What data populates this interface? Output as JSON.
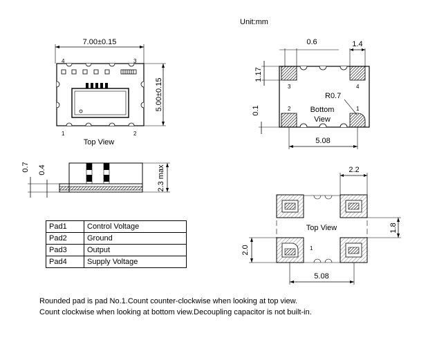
{
  "unit_label": "Unit:mm",
  "top_view": {
    "title": "Top View",
    "dim_length": "7.00±0.15",
    "dim_width": "5.00±0.15",
    "pad_numbers": [
      "1",
      "2",
      "3",
      "4"
    ]
  },
  "side_view": {
    "dim_a": "0.7",
    "dim_b": "0.4",
    "dim_height": "2.3 max"
  },
  "bottom_view": {
    "title_line1": "Bottom",
    "title_line2": "View",
    "dim_pad_width": "0.6",
    "dim_pad_length": "1.4",
    "dim_pad_height": "1.17",
    "dim_gap": "0.1",
    "dim_radius": "R0.7",
    "dim_pitch": "5.08",
    "pad_numbers": [
      "1",
      "2",
      "3",
      "4"
    ]
  },
  "land_pattern": {
    "title": "Top View",
    "dim_pad_width": "2.2",
    "dim_pad_height": "2.0",
    "dim_gap": "1.8",
    "dim_pitch": "5.08",
    "pad_number": "1"
  },
  "pad_table": [
    {
      "pad": "Pad1",
      "function": "Control Voltage"
    },
    {
      "pad": "Pad2",
      "function": "Ground"
    },
    {
      "pad": "Pad3",
      "function": "Output"
    },
    {
      "pad": "Pad4",
      "function": "Supply Voltage"
    }
  ],
  "notes": [
    "Rounded pad is pad No.1.Count counter-clockwise when looking at top view.",
    "Count clockwise when looking at bottom view.Decoupling capacitor is not built-in."
  ]
}
